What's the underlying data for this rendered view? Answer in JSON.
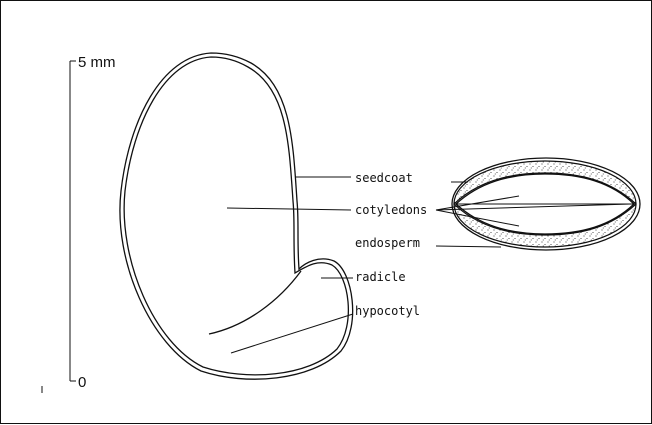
{
  "scale": {
    "top_label": "5 mm",
    "bottom_label": "0"
  },
  "labels": {
    "seedcoat": "seedcoat",
    "cotyledons": "cotyledons",
    "endosperm": "endosperm",
    "radicle": "radicle",
    "hypocotyl": "hypocotyl"
  },
  "colors": {
    "ink": "#111111",
    "background": "#ffffff"
  }
}
